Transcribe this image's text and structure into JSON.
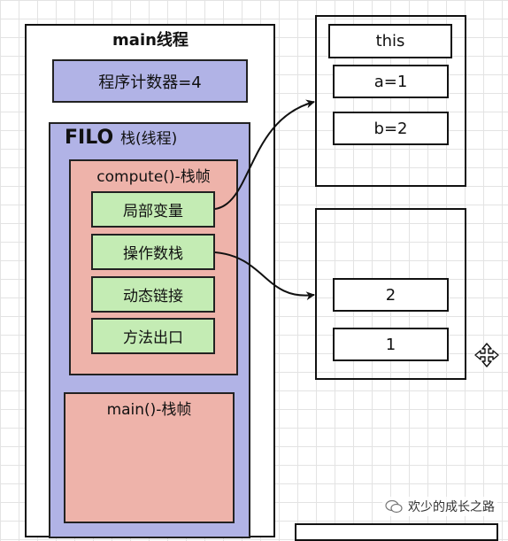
{
  "main_thread": {
    "title": "main线程",
    "pc_label": "程序计数器=4",
    "stack": {
      "filo_label": "FILO",
      "stack_label": "栈(线程)",
      "compute_frame": {
        "title": "compute()-栈帧",
        "items": [
          "局部变量",
          "操作数栈",
          "动态链接",
          "方法出口"
        ]
      },
      "main_frame": {
        "title": "main()-栈帧"
      }
    }
  },
  "locals_box": {
    "items": [
      "this",
      "a=1",
      "b=2"
    ]
  },
  "operand_box": {
    "items": [
      "2",
      "1"
    ]
  },
  "watermark": {
    "text": "欢少的成长之路"
  },
  "colors": {
    "stack_fill": "#b1b3e6",
    "frame_fill": "#eeb3aa",
    "slot_fill": "#c4ecb4",
    "line": "#111111"
  },
  "icons": [
    "move-cursor-icon",
    "wechat-icon"
  ]
}
